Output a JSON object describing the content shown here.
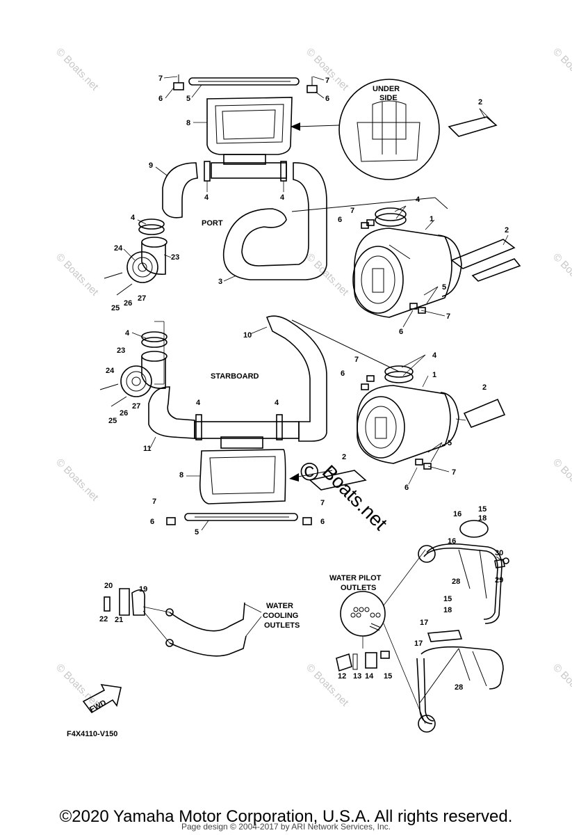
{
  "watermark_text": "© Boats.net",
  "overlay_watermark": {
    "symbol": "©",
    "text": "Boats.net"
  },
  "labels": {
    "port": "PORT",
    "starboard": "STARBOARD",
    "under_side_1": "UNDER",
    "under_side_2": "SIDE",
    "water_cooling_1": "WATER",
    "water_cooling_2": "COOLING",
    "water_cooling_3": "OUTLETS",
    "water_pilot_1": "WATER PILOT",
    "water_pilot_2": "OUTLETS",
    "fwd": "FWD",
    "diagram_code": "F4X4110-V150"
  },
  "callouts": [
    {
      "id": "c-7a",
      "text": "7"
    },
    {
      "id": "c-6a",
      "text": "6"
    },
    {
      "id": "c-5a",
      "text": "5"
    },
    {
      "id": "c-7b",
      "text": "7"
    },
    {
      "id": "c-6b",
      "text": "6"
    },
    {
      "id": "c-8a",
      "text": "8"
    },
    {
      "id": "c-2a",
      "text": "2"
    },
    {
      "id": "c-9",
      "text": "9"
    },
    {
      "id": "c-4a",
      "text": "4"
    },
    {
      "id": "c-4b",
      "text": "4"
    },
    {
      "id": "c-4c",
      "text": "4"
    },
    {
      "id": "c-24a",
      "text": "24"
    },
    {
      "id": "c-23a",
      "text": "23"
    },
    {
      "id": "c-25a",
      "text": "25"
    },
    {
      "id": "c-26a",
      "text": "26"
    },
    {
      "id": "c-27a",
      "text": "27"
    },
    {
      "id": "c-3",
      "text": "3"
    },
    {
      "id": "c-7c",
      "text": "7"
    },
    {
      "id": "c-6c",
      "text": "6"
    },
    {
      "id": "c-4d",
      "text": "4"
    },
    {
      "id": "c-1a",
      "text": "1"
    },
    {
      "id": "c-2b",
      "text": "2"
    },
    {
      "id": "c-5b",
      "text": "5"
    },
    {
      "id": "c-7d",
      "text": "7"
    },
    {
      "id": "c-6d",
      "text": "6"
    },
    {
      "id": "c-10",
      "text": "10"
    },
    {
      "id": "c-4e",
      "text": "4"
    },
    {
      "id": "c-23b",
      "text": "23"
    },
    {
      "id": "c-24b",
      "text": "24"
    },
    {
      "id": "c-27b",
      "text": "27"
    },
    {
      "id": "c-26b",
      "text": "26"
    },
    {
      "id": "c-25b",
      "text": "25"
    },
    {
      "id": "c-11",
      "text": "11"
    },
    {
      "id": "c-4f",
      "text": "4"
    },
    {
      "id": "c-4g",
      "text": "4"
    },
    {
      "id": "c-7e",
      "text": "7"
    },
    {
      "id": "c-6e",
      "text": "6"
    },
    {
      "id": "c-4h",
      "text": "4"
    },
    {
      "id": "c-1b",
      "text": "1"
    },
    {
      "id": "c-2c",
      "text": "2"
    },
    {
      "id": "c-5c",
      "text": "5"
    },
    {
      "id": "c-7f",
      "text": "7"
    },
    {
      "id": "c-6f",
      "text": "6"
    },
    {
      "id": "c-2d",
      "text": "2"
    },
    {
      "id": "c-8b",
      "text": "8"
    },
    {
      "id": "c-7g",
      "text": "7"
    },
    {
      "id": "c-6g",
      "text": "6"
    },
    {
      "id": "c-5d",
      "text": "5"
    },
    {
      "id": "c-7h",
      "text": "7"
    },
    {
      "id": "c-6h",
      "text": "6"
    },
    {
      "id": "c-15a",
      "text": "15"
    },
    {
      "id": "c-18a",
      "text": "18"
    },
    {
      "id": "c-16a",
      "text": "16"
    },
    {
      "id": "c-16b",
      "text": "16"
    },
    {
      "id": "c-30",
      "text": "30"
    },
    {
      "id": "c-28a",
      "text": "28"
    },
    {
      "id": "c-29",
      "text": "29"
    },
    {
      "id": "c-15b",
      "text": "15"
    },
    {
      "id": "c-18b",
      "text": "18"
    },
    {
      "id": "c-17a",
      "text": "17"
    },
    {
      "id": "c-17b",
      "text": "17"
    },
    {
      "id": "c-28b",
      "text": "28"
    },
    {
      "id": "c-20",
      "text": "20"
    },
    {
      "id": "c-19",
      "text": "19"
    },
    {
      "id": "c-22",
      "text": "22"
    },
    {
      "id": "c-21",
      "text": "21"
    },
    {
      "id": "c-12",
      "text": "12"
    },
    {
      "id": "c-13",
      "text": "13"
    },
    {
      "id": "c-14",
      "text": "14"
    },
    {
      "id": "c-15c",
      "text": "15"
    }
  ],
  "footer": {
    "copyright": "©2020 Yamaha Motor Corporation, U.S.A. All rights reserved.",
    "page_credit": "Page design © 2004-2017 by ARI Network Services, Inc."
  }
}
